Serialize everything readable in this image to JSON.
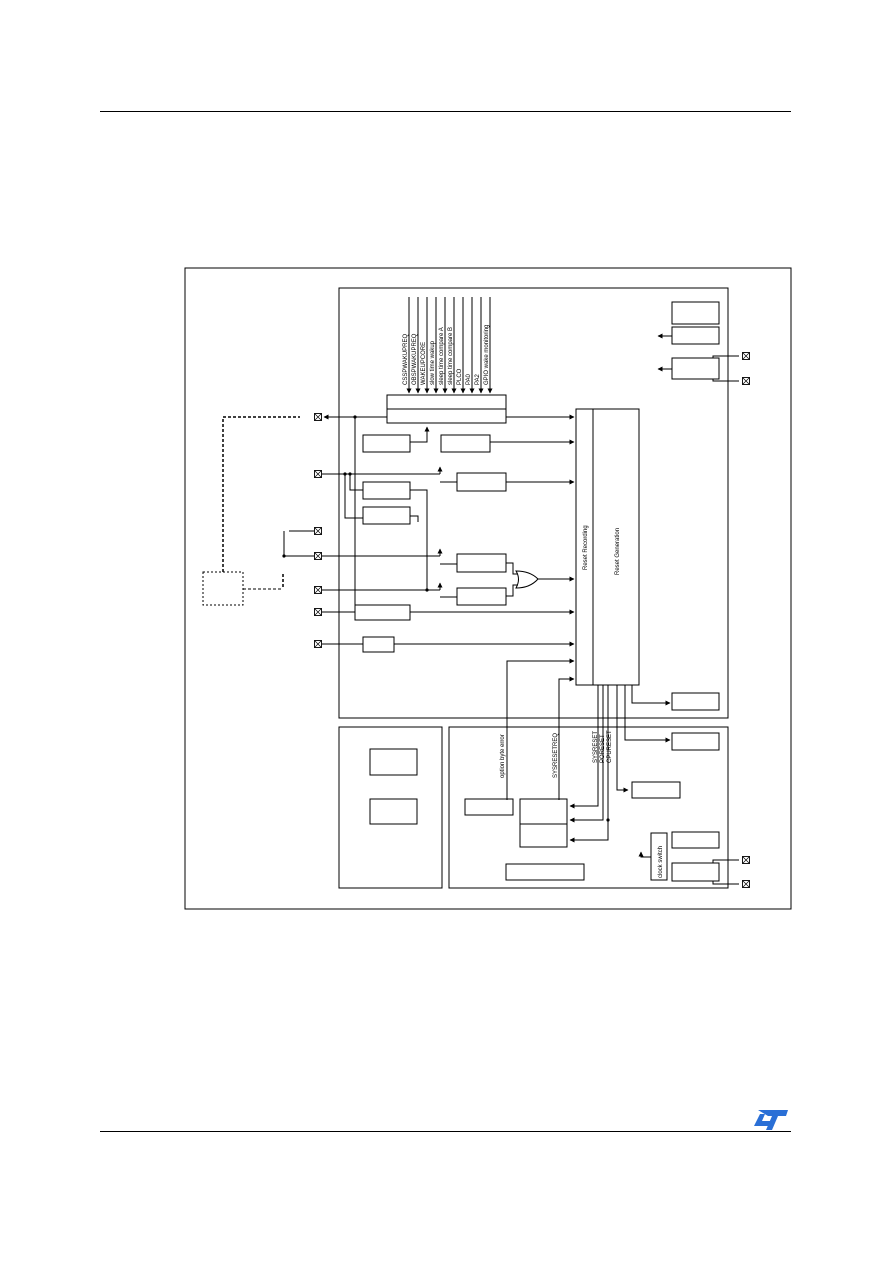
{
  "diagram": {
    "top_signals": [
      "CSSPWAKUPREQ",
      "OBSPWAKUPREQ",
      "WAKEUPCORE",
      "slow time wakup",
      "sleep time compare A",
      "sleep time compare B",
      "PLCO",
      "PA0",
      "PA2",
      "GPIO wake monitoring"
    ],
    "reset_recording_label": "Reset Recording",
    "reset_generation_label": "Reset Generation",
    "bottom_signals": {
      "option_byte_error": "option byte error",
      "sysresetreq": "SYSRESETREQ",
      "resets": [
        "SYSRESET",
        "PORESET",
        "CPURESET"
      ]
    },
    "clock_switch_label": "clock switch"
  },
  "footer": {
    "logo": "ST"
  }
}
